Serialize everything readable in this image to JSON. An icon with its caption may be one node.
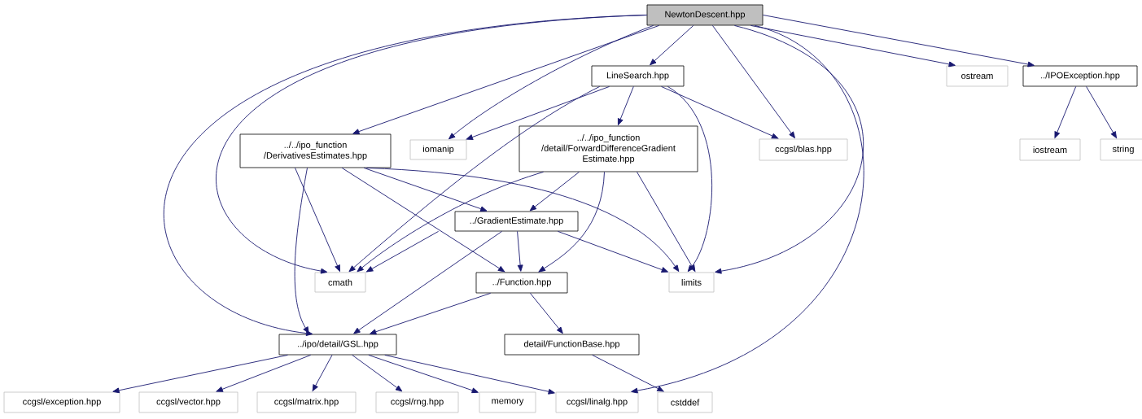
{
  "diagram": {
    "nodes": [
      {
        "text": [
          "NewtonDescent.hpp"
        ]
      },
      {
        "text": [
          "LineSearch.hpp"
        ]
      },
      {
        "text": [
          "ostream"
        ]
      },
      {
        "text": [
          "../IPOException.hpp"
        ]
      },
      {
        "text": [
          "../../ipo_function /DerivativesEstimates.hpp"
        ]
      },
      {
        "text": [
          "iomanip"
        ]
      },
      {
        "text": [
          "../../ipo_function /detail/ForwardDifferenceGradient Estimate.hpp"
        ]
      },
      {
        "text": [
          "ccgsl/blas.hpp"
        ]
      },
      {
        "text": [
          "iostream"
        ]
      },
      {
        "text": [
          "string"
        ]
      },
      {
        "text": [
          "../GradientEstimate.hpp"
        ]
      },
      {
        "text": [
          "cmath"
        ]
      },
      {
        "text": [
          "limits"
        ]
      },
      {
        "text": [
          "../Function.hpp"
        ]
      },
      {
        "text": [
          "../ipo/detail/GSL.hpp"
        ]
      },
      {
        "text": [
          "detail/FunctionBase.hpp"
        ]
      },
      {
        "text": [
          "ccgsl/exception.hpp"
        ]
      },
      {
        "text": [
          "ccgsl/vector.hpp"
        ]
      },
      {
        "text": [
          "ccgsl/matrix.hpp"
        ]
      },
      {
        "text": [
          "ccgsl/rng.hpp"
        ]
      },
      {
        "text": [
          "memory"
        ]
      },
      {
        "text": [
          "ccgsl/linalg.hpp"
        ]
      },
      {
        "text": [
          "cstddef"
        ]
      }
    ],
    "edges": [
      {
        "from": 0,
        "to": 14,
        "arrow": "to"
      },
      {
        "from": 0,
        "to": 11,
        "arrow": "to"
      },
      {
        "from": 0,
        "to": 4,
        "arrow": "to"
      },
      {
        "from": 0,
        "to": 5,
        "arrow": "to"
      },
      {
        "from": 0,
        "to": 1,
        "arrow": "to"
      },
      {
        "from": 0,
        "to": 7,
        "arrow": "to"
      },
      {
        "from": 0,
        "to": 12,
        "arrow": "to"
      },
      {
        "from": 0,
        "to": 21,
        "arrow": "to"
      },
      {
        "from": 0,
        "to": 2,
        "arrow": "to"
      },
      {
        "from": 0,
        "to": 3,
        "arrow": "to"
      },
      {
        "from": 1,
        "to": 5,
        "arrow": "to"
      },
      {
        "from": 1,
        "to": 11,
        "arrow": "to"
      },
      {
        "from": 1,
        "to": 6,
        "arrow": "to"
      },
      {
        "from": 1,
        "to": 7,
        "arrow": "to"
      },
      {
        "from": 1,
        "to": 12,
        "arrow": "to"
      },
      {
        "from": 3,
        "to": 8,
        "arrow": "to"
      },
      {
        "from": 3,
        "to": 9,
        "arrow": "to"
      },
      {
        "from": 4,
        "to": 14,
        "arrow": "to"
      },
      {
        "from": 4,
        "to": 11,
        "arrow": "to"
      },
      {
        "from": 4,
        "to": 13,
        "arrow": "to"
      },
      {
        "from": 4,
        "to": 10,
        "arrow": "to"
      },
      {
        "from": 4,
        "to": 12,
        "arrow": "to"
      },
      {
        "from": 6,
        "to": 10,
        "arrow": "to"
      },
      {
        "from": 6,
        "to": 11,
        "arrow": "to"
      },
      {
        "from": 6,
        "to": 13,
        "arrow": "to"
      },
      {
        "from": 6,
        "to": 12,
        "arrow": "to"
      },
      {
        "from": 10,
        "to": 11,
        "arrow": "to"
      },
      {
        "from": 10,
        "to": 14,
        "arrow": "to"
      },
      {
        "from": 10,
        "to": 13,
        "arrow": "to"
      },
      {
        "from": 10,
        "to": 12,
        "arrow": "to"
      },
      {
        "from": 13,
        "to": 14,
        "arrow": "to"
      },
      {
        "from": 13,
        "to": 15,
        "arrow": "to"
      },
      {
        "from": 14,
        "to": 16,
        "arrow": "to"
      },
      {
        "from": 14,
        "to": 17,
        "arrow": "to"
      },
      {
        "from": 14,
        "to": 18,
        "arrow": "to"
      },
      {
        "from": 14,
        "to": 19,
        "arrow": "to"
      },
      {
        "from": 14,
        "to": 20,
        "arrow": "to"
      },
      {
        "from": 14,
        "to": 21,
        "arrow": "to"
      },
      {
        "from": 15,
        "to": 22,
        "arrow": "to"
      }
    ]
  }
}
